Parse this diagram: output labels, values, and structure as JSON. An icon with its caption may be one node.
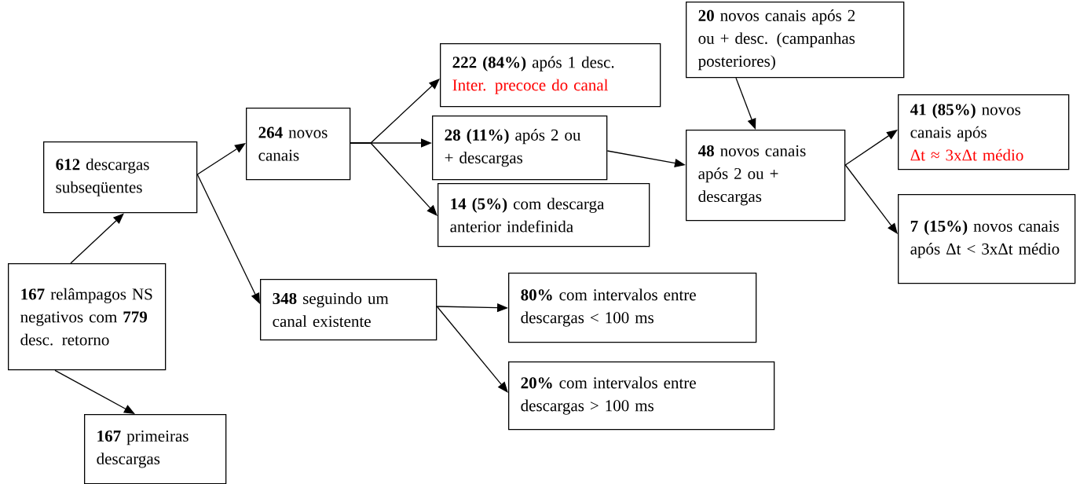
{
  "diagram": {
    "nodes": [
      {
        "text": [
          "**167** relâmpagos NS negativos com **779** desc. retorno"
        ]
      },
      {
        "text": [
          "**612** descargas subseqüentes"
        ]
      },
      {
        "text": [
          "**167** primeiras descargas"
        ]
      },
      {
        "text": [
          "**264** novos canais"
        ]
      },
      {
        "text": [
          "**348** seguindo um canal existente"
        ]
      },
      {
        "text": [
          "**222 (84%)** após 1 desc.",
          "Inter. precoce do canal"
        ]
      },
      {
        "text": [
          "**28 (11%)** após 2 ou + descargas"
        ]
      },
      {
        "text": [
          "**14 (5%)** com descarga anterior indefinida"
        ]
      },
      {
        "text": [
          "**20** novos canais após 2 ou + desc. (campanhas posteriores)"
        ]
      },
      {
        "text": [
          "**48** novos canais após 2 ou + descargas"
        ]
      },
      {
        "text": [
          "**41 (85%)** novos canais após",
          "Δt ≈ 3xΔt médio"
        ]
      },
      {
        "text": [
          "**7 (15%)** novos canais após Δt < 3xΔt médio"
        ]
      },
      {
        "text": [
          "**80%** com intervalos entre descargas < 100 ms"
        ]
      },
      {
        "text": [
          "**20%** com intervalos entre descargas > 100 ms"
        ]
      }
    ],
    "edges": [
      {
        "from": 0,
        "to": 1,
        "arrow": "to"
      },
      {
        "from": 0,
        "to": 2,
        "arrow": "to"
      },
      {
        "from": 1,
        "to": 3,
        "arrow": "to"
      },
      {
        "from": 1,
        "to": 4,
        "arrow": "to"
      },
      {
        "from": 3,
        "to": 5,
        "arrow": "to"
      },
      {
        "from": 3,
        "to": 6,
        "arrow": "to"
      },
      {
        "from": 3,
        "to": 7,
        "arrow": "to"
      },
      {
        "from": 4,
        "to": 12,
        "arrow": "to"
      },
      {
        "from": 4,
        "to": 13,
        "arrow": "to"
      },
      {
        "from": 6,
        "to": 9,
        "arrow": "to"
      },
      {
        "from": 8,
        "to": 9,
        "arrow": "to"
      },
      {
        "from": 9,
        "to": 10,
        "arrow": "to"
      },
      {
        "from": 9,
        "to": 11,
        "arrow": "to"
      }
    ]
  }
}
